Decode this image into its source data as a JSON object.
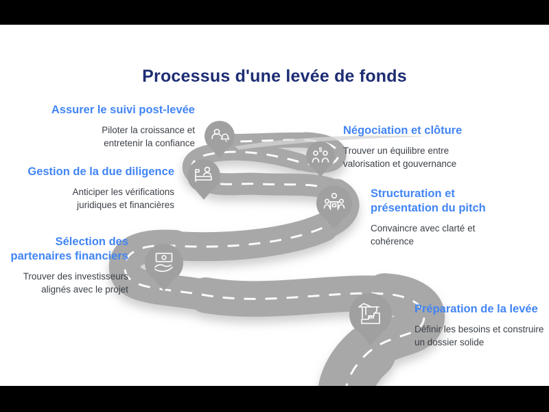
{
  "page": {
    "title": "Processus d'une levée de fonds"
  },
  "colors": {
    "title": "#1d2d73",
    "step_heading": "#4285f4",
    "body_text": "#3a3f45",
    "road": "#a8a8a8",
    "pin": "#a0a0a0",
    "letterbox": "#000000"
  },
  "steps": [
    {
      "heading": "Préparation de la levée",
      "description": "Définir les besoins et construire un dossier solide",
      "icon": "crane-icon"
    },
    {
      "heading": "Structuration et présentation du pitch",
      "description": "Convaincre avec clarté et cohérence",
      "icon": "pitch-presentation-icon"
    },
    {
      "heading": "Négociation et clôture",
      "description": "Trouver un équilibre entre valorisation et gouvernance",
      "icon": "negotiation-people-icon"
    },
    {
      "heading": "Sélection des partenaires financiers",
      "description": "Trouver des investisseurs alignés avec le projet",
      "icon": "money-hand-icon"
    },
    {
      "heading": "Gestion de la due diligence",
      "description": "Anticiper les vérifications juridiques et financières",
      "icon": "due-diligence-desk-icon"
    },
    {
      "heading": "Assurer le suivi post-levée",
      "description": "Piloter la croissance et entretenir la confiance",
      "icon": "person-bell-icon"
    }
  ],
  "negotiation_symbol": "$"
}
